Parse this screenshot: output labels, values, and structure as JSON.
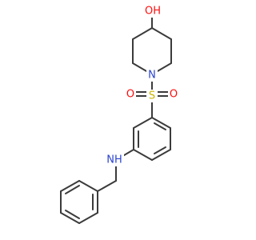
{
  "molecule": {
    "atoms": {
      "oh": {
        "label": "OH",
        "color": "#ff0d0d"
      },
      "n_ring": {
        "label": "N",
        "color": "#2a43cf"
      },
      "s": {
        "label": "S",
        "color": "#c8b400"
      },
      "o_left": {
        "label": "O",
        "color": "#ff0d0d"
      },
      "o_right": {
        "label": "O",
        "color": "#ff0d0d"
      },
      "nh": {
        "label": "NH",
        "color": "#2a43cf"
      }
    },
    "colors": {
      "bond": "#3b3b3b",
      "oxygen": "#ff0d0d",
      "nitrogen": "#2a43cf",
      "sulfur": "#c8b400",
      "background": "#ffffff"
    }
  }
}
